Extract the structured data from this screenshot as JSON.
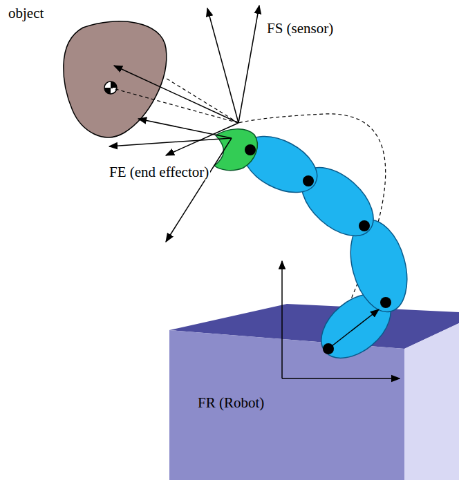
{
  "diagram": {
    "labels": [
      "object",
      "FS (sensor)",
      "FE (end effector)",
      "FR (Robot)"
    ]
  }
}
